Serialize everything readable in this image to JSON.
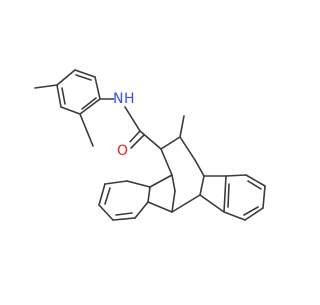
{
  "molecule": {
    "atom_labels": {
      "nitrogen": "N",
      "hydrogen": "H",
      "oxygen": "O"
    },
    "colors": {
      "bond": "#3a3a3a",
      "nitrogen": "#3050F8",
      "oxygen": "#E0221E",
      "background": "#ffffff"
    }
  }
}
